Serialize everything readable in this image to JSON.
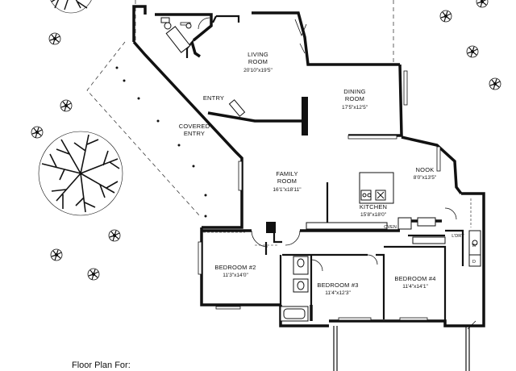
{
  "rooms": {
    "living": {
      "name": "LIVING\nROOM",
      "dim": "20'10\"x19'5\""
    },
    "dining": {
      "name": "DINING\nROOM",
      "dim": "17'5\"x12'5\""
    },
    "entry": {
      "name": "ENTRY"
    },
    "covered": {
      "name": "COVERED\nENTRY"
    },
    "family": {
      "name": "FAMILY\nROOM",
      "dim": "16'1\"x18'11\""
    },
    "nook": {
      "name": "NOOK",
      "dim": "8'0\"x13'5\""
    },
    "kitchen": {
      "name": "KITCHEN",
      "dim": "15'8\"x18'0\""
    },
    "oven": {
      "name": "OVEN"
    },
    "laundry": {
      "name": "L'DRY"
    },
    "washer": {
      "name": "W"
    },
    "dryer": {
      "name": "D"
    },
    "bedroom2": {
      "name": "BEDROOM #2",
      "dim": "11'3\"x14'0\""
    },
    "bedroom3": {
      "name": "BEDROOM #3",
      "dim": "11'4\"x12'3\""
    },
    "bedroom4": {
      "name": "BEDROOM #4",
      "dim": "11'4\"x14'1\""
    }
  },
  "caption": "Floor Plan For:"
}
